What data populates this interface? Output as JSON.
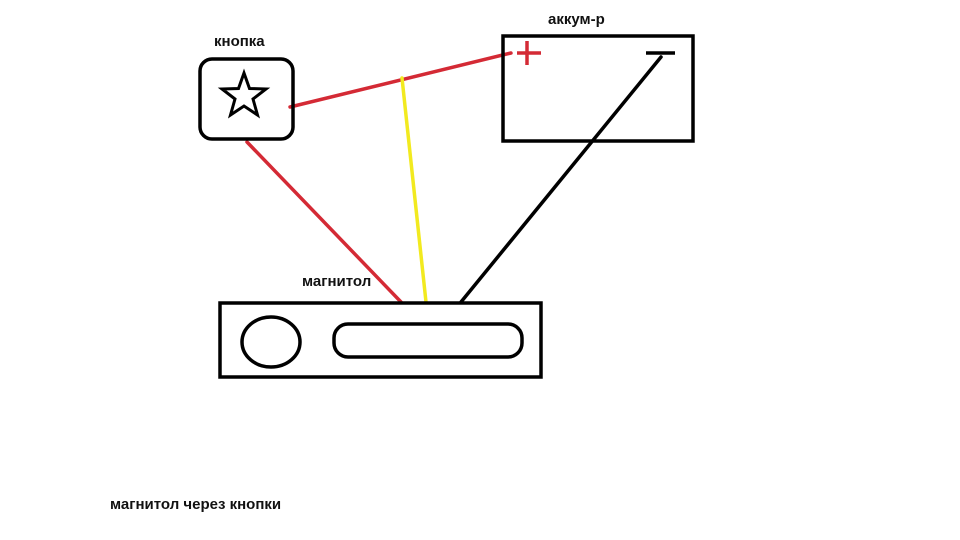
{
  "labels": {
    "button": "кнопка",
    "battery": "аккум-р",
    "radio": "магнитол",
    "caption": "магнитол через кнопки"
  },
  "colors": {
    "background": "#ffffff",
    "outline": "#000000",
    "positive_wire": "#d42a35",
    "ground_wire": "#000000",
    "signal_wire": "#f2ea1f"
  },
  "icons": {
    "button_symbol": "star-icon",
    "battery_plus": "plus-icon",
    "battery_minus": "minus-icon",
    "radio_knob": "knob-icon",
    "radio_display": "display-slot"
  }
}
